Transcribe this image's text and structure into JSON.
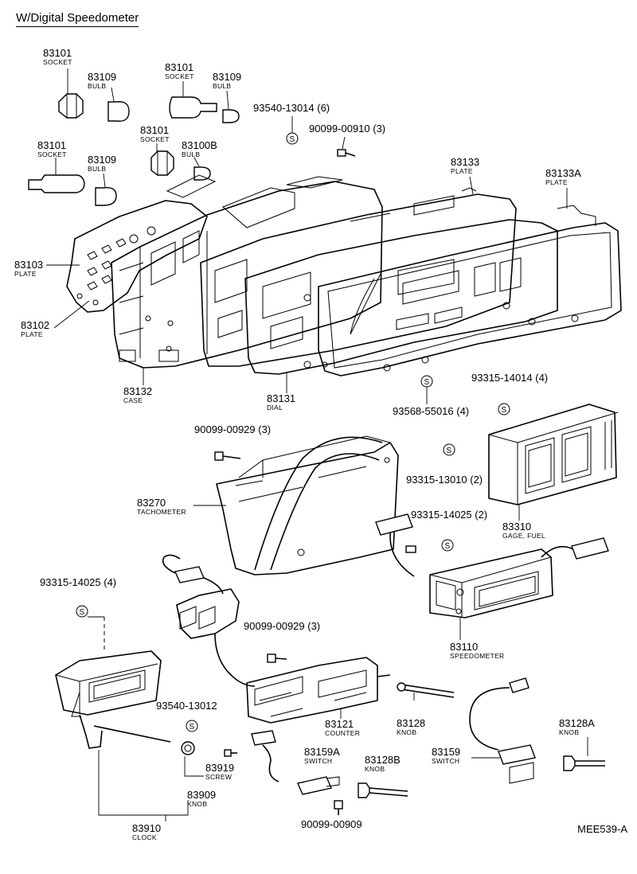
{
  "header": {
    "title": "W/Digital Speedometer"
  },
  "diagram_code": "MEE539-A",
  "symbol": "S",
  "labels": [
    {
      "id": "socket1",
      "num": "83101",
      "name": "SOCKET"
    },
    {
      "id": "bulb1",
      "num": "83109",
      "name": "BULB"
    },
    {
      "id": "socket2",
      "num": "83101",
      "name": "SOCKET"
    },
    {
      "id": "bulb2",
      "num": "83109",
      "name": "BULB"
    },
    {
      "id": "screw93540a",
      "num": "93540-13014 (6)",
      "name": ""
    },
    {
      "id": "screw90099a",
      "num": "90099-00910 (3)",
      "name": ""
    },
    {
      "id": "socket3",
      "num": "83101",
      "name": "SOCKET"
    },
    {
      "id": "bulb3",
      "num": "83100B",
      "name": "BULB"
    },
    {
      "id": "socket4",
      "num": "83101",
      "name": "SOCKET"
    },
    {
      "id": "bulb4",
      "num": "83109",
      "name": "BULB"
    },
    {
      "id": "plate83133",
      "num": "83133",
      "name": "PLATE"
    },
    {
      "id": "plate83133a",
      "num": "83133A",
      "name": "PLATE"
    },
    {
      "id": "plate83103",
      "num": "83103",
      "name": "PLATE"
    },
    {
      "id": "plate83102",
      "num": "83102",
      "name": "PLATE"
    },
    {
      "id": "case",
      "num": "83132",
      "name": "CASE"
    },
    {
      "id": "dial",
      "num": "83131",
      "name": "DIAL"
    },
    {
      "id": "screw93315a",
      "num": "93315-14014 (4)",
      "name": ""
    },
    {
      "id": "screw93568",
      "num": "93568-55016 (4)",
      "name": ""
    },
    {
      "id": "screw90099b",
      "num": "90099-00929 (3)",
      "name": ""
    },
    {
      "id": "tach",
      "num": "83270",
      "name": "TACHOMETER"
    },
    {
      "id": "screw93315b",
      "num": "93315-13010 (2)",
      "name": ""
    },
    {
      "id": "screw93315c",
      "num": "93315-14025 (2)",
      "name": ""
    },
    {
      "id": "gage",
      "num": "83310",
      "name": "GAGE, FUEL"
    },
    {
      "id": "screw93315d",
      "num": "93315-14025 (4)",
      "name": ""
    },
    {
      "id": "screw90099c",
      "num": "90099-00929 (3)",
      "name": ""
    },
    {
      "id": "speedo",
      "num": "83110",
      "name": "SPEEDOMETER"
    },
    {
      "id": "screw93540b",
      "num": "93540-13012",
      "name": ""
    },
    {
      "id": "counter",
      "num": "83121",
      "name": "COUNTER"
    },
    {
      "id": "knob83128",
      "num": "83128",
      "name": "KNOB"
    },
    {
      "id": "knob83128a",
      "num": "83128A",
      "name": "KNOB"
    },
    {
      "id": "screw83919",
      "num": "83919",
      "name": "SCREW"
    },
    {
      "id": "switch83159a",
      "num": "83159A",
      "name": "SWITCH"
    },
    {
      "id": "switch83159",
      "num": "83159",
      "name": "SWITCH"
    },
    {
      "id": "knob83128b",
      "num": "83128B",
      "name": "KNOB"
    },
    {
      "id": "knob83909",
      "num": "83909",
      "name": "KNOB"
    },
    {
      "id": "screw90099d",
      "num": "90099-00909",
      "name": ""
    },
    {
      "id": "clock",
      "num": "83910",
      "name": "CLOCK"
    }
  ]
}
